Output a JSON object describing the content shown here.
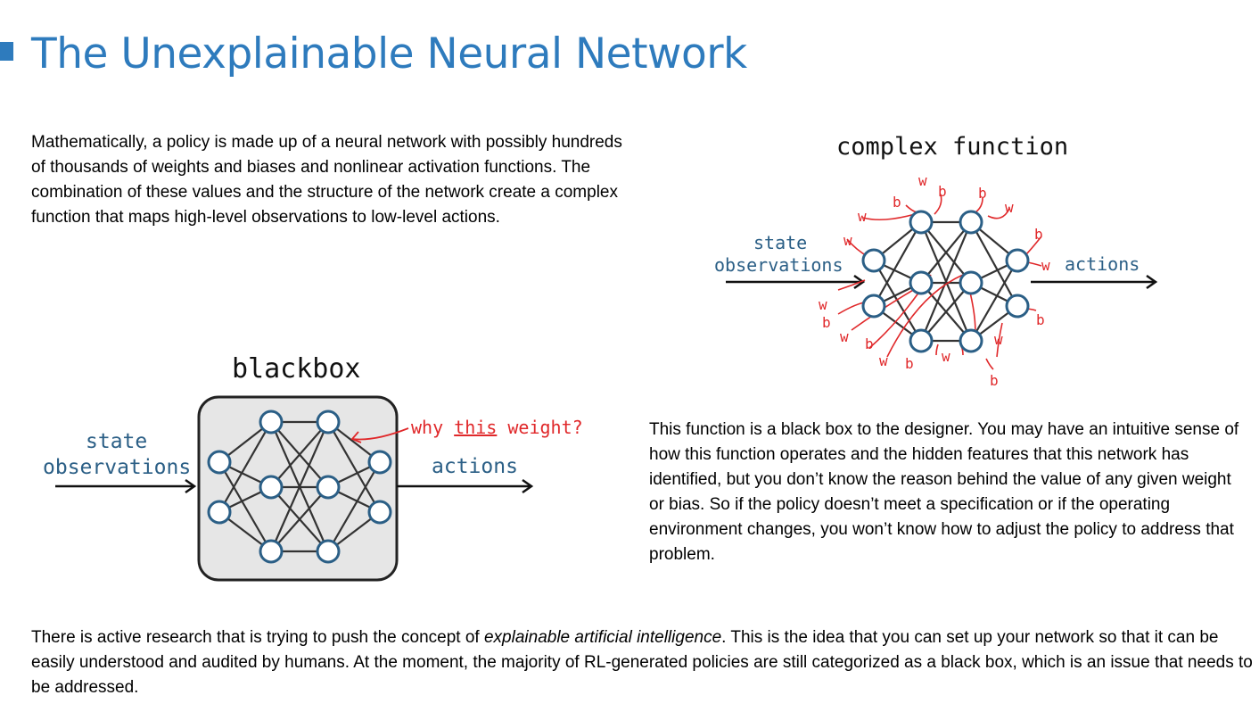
{
  "title": "The Unexplainable Neural Network",
  "paragraph1": "Mathematically, a policy is made up of a neural network with possibly hundreds of thousands of weights and biases and nonlinear activation functions. The combination of these values and the structure of the network create a complex function that maps high-level observations to low-level actions.",
  "paragraph2": "This function is a black box to the designer. You may have an intuitive sense of how this function operates and the hidden features that this network has identified, but you don’t know the reason behind the value of any given weight or bias. So if the policy doesn’t meet a specification or if the operating environment changes, you won’t know how to adjust the policy to address that problem.",
  "paragraph3": {
    "before": "There is active research that is trying to push the concept of ",
    "emphasis": "explainable artificial intelligence",
    "after": ". This is the idea that you can set up your network so that it can be easily understood and audited by humans. At the moment, the majority of RL-generated policies are still categorized as a black box, which is an issue that needs to be addressed."
  },
  "blackbox_figure": {
    "label": "blackbox",
    "input_label_1": "state",
    "input_label_2": "observations",
    "output_label": "actions",
    "annotation_prefix": "why ",
    "annotation_emphasis": "this",
    "annotation_suffix": " weight?"
  },
  "complex_figure": {
    "label": "complex function",
    "input_label_1": "state",
    "input_label_2": "observations",
    "output_label": "actions",
    "weight_symbol": "w",
    "bias_symbol": "b"
  },
  "colors": {
    "title": "#2e7bbd",
    "node": "#2b5f86",
    "annotation": "#e0282a",
    "box_fill": "#e6e6e6"
  }
}
